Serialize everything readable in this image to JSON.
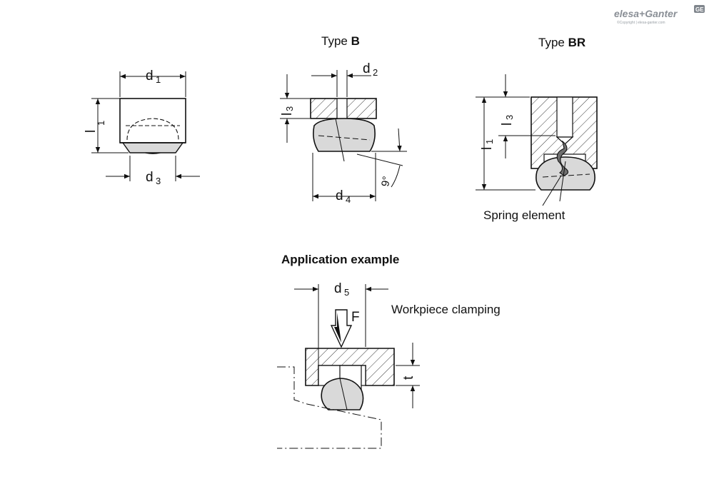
{
  "brand": {
    "name": "elesa+Ganter",
    "copyright": "©Copyright | elesa-ganter.com",
    "mark_color": "#7f858c"
  },
  "captions": {
    "type_b_prefix": "Type ",
    "type_b": "B",
    "type_br_prefix": "Type ",
    "type_br": "BR",
    "application": "Application example",
    "spring": "Spring element",
    "workpiece": "Workpiece clamping"
  },
  "dims": {
    "d1": "d",
    "d1_sub": "1",
    "l1": "l",
    "l1_sub": "1",
    "d3": "d",
    "d3_sub": "3",
    "d2": "d",
    "d2_sub": "2",
    "l3_b": "l",
    "l3_b_sub": "3",
    "d4": "d",
    "d4_sub": "4",
    "angle": "9°",
    "l3_br": "l",
    "l3_br_sub": "3",
    "l1_br": "l",
    "l1_br_sub": "1",
    "d5": "d",
    "d5_sub": "5",
    "force": "F",
    "t": "t"
  },
  "colors": {
    "line": "#111111",
    "ball_fill": "#d9d9d9",
    "spring_fill": "#6f6f6f"
  }
}
